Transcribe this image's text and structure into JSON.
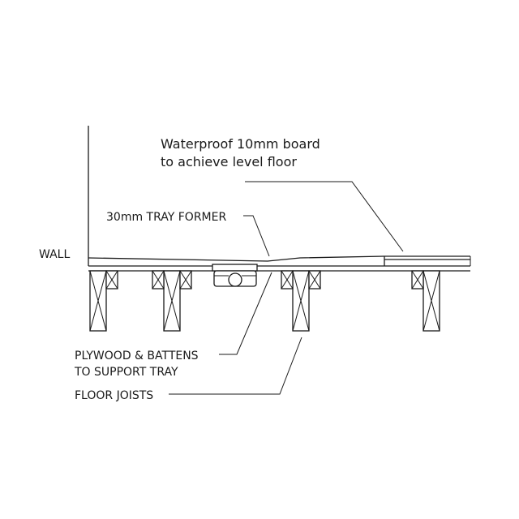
{
  "labels": {
    "board_line1": "Waterproof 10mm board",
    "board_line2": "to achieve level floor",
    "tray_former": "30mm TRAY FORMER",
    "wall": "WALL",
    "plywood_line1": "PLYWOOD & BATTENS",
    "plywood_line2": "TO SUPPORT TRAY",
    "floor_joists": "FLOOR JOISTS"
  },
  "colors": {
    "line": "#1a1a1a",
    "background": "#ffffff"
  }
}
